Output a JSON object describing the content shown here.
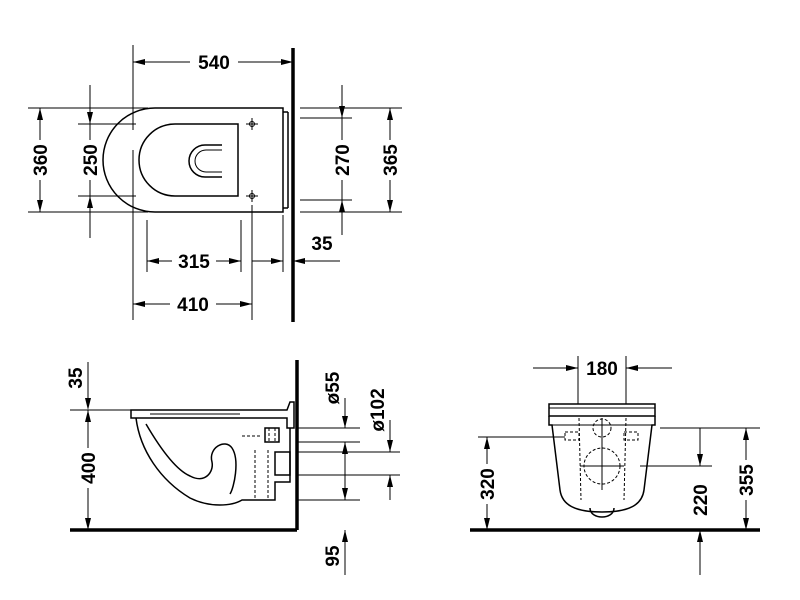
{
  "top_view": {
    "overall_length": "540",
    "outer_width": "360",
    "seat_width": "250",
    "inner_width": "270",
    "total_width": "365",
    "fixing_distance": "315",
    "wall_gap": "35",
    "bowl_length": "410"
  },
  "side_view": {
    "top_offset": "35",
    "rim_height": "400",
    "inlet_diameter": "ø55",
    "outlet_diameter": "ø102",
    "outlet_drop": "95"
  },
  "front_view": {
    "fixing_width": "180",
    "inlet_height": "320",
    "outlet_height": "220",
    "total_height": "355"
  }
}
